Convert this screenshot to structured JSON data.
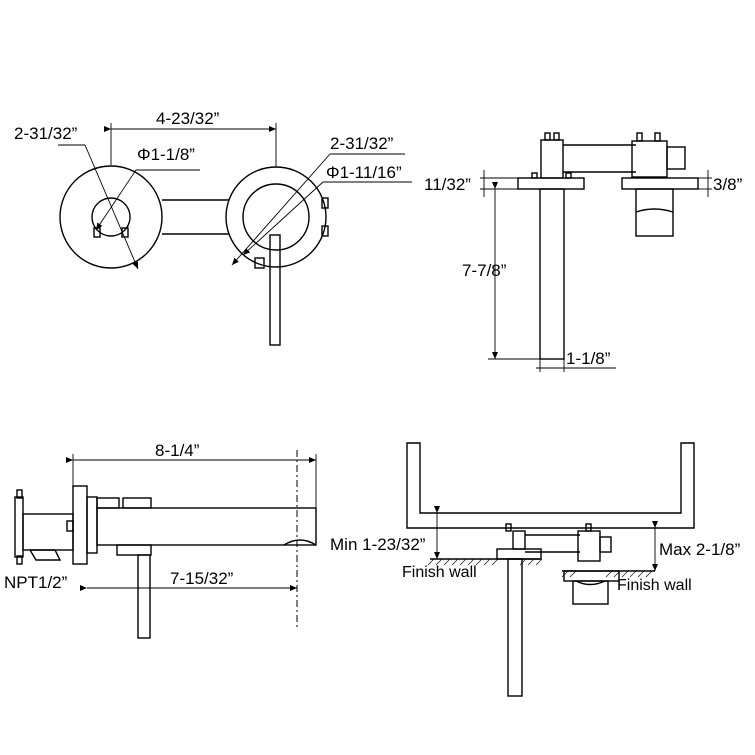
{
  "front_view": {
    "dim_left_plate": "2-31/32”",
    "dim_center_distance": "4-23/32”",
    "dim_left_bore": "Φ1-1/8”",
    "dim_right_plate": "2-31/32”",
    "dim_right_bore": "Φ1-11/16”"
  },
  "top_view": {
    "dim_plate_thickness_left": "11/32”",
    "dim_plate_thickness_right": "3/8”",
    "dim_handle_length": "7-7/8”",
    "dim_handle_width": "1-1/8”"
  },
  "side_view": {
    "dim_spout_length": "8-1/4”",
    "dim_connection": "NPT1/2”",
    "dim_spout_reach": "7-15/32”"
  },
  "install_view": {
    "min_depth": "Min 1-23/32”",
    "max_depth": "Max 2-1/8”",
    "finish_wall_left": "Finish wall",
    "finish_wall_right": "Finish wall"
  },
  "colors": {
    "line": "#000000",
    "background": "#ffffff"
  }
}
